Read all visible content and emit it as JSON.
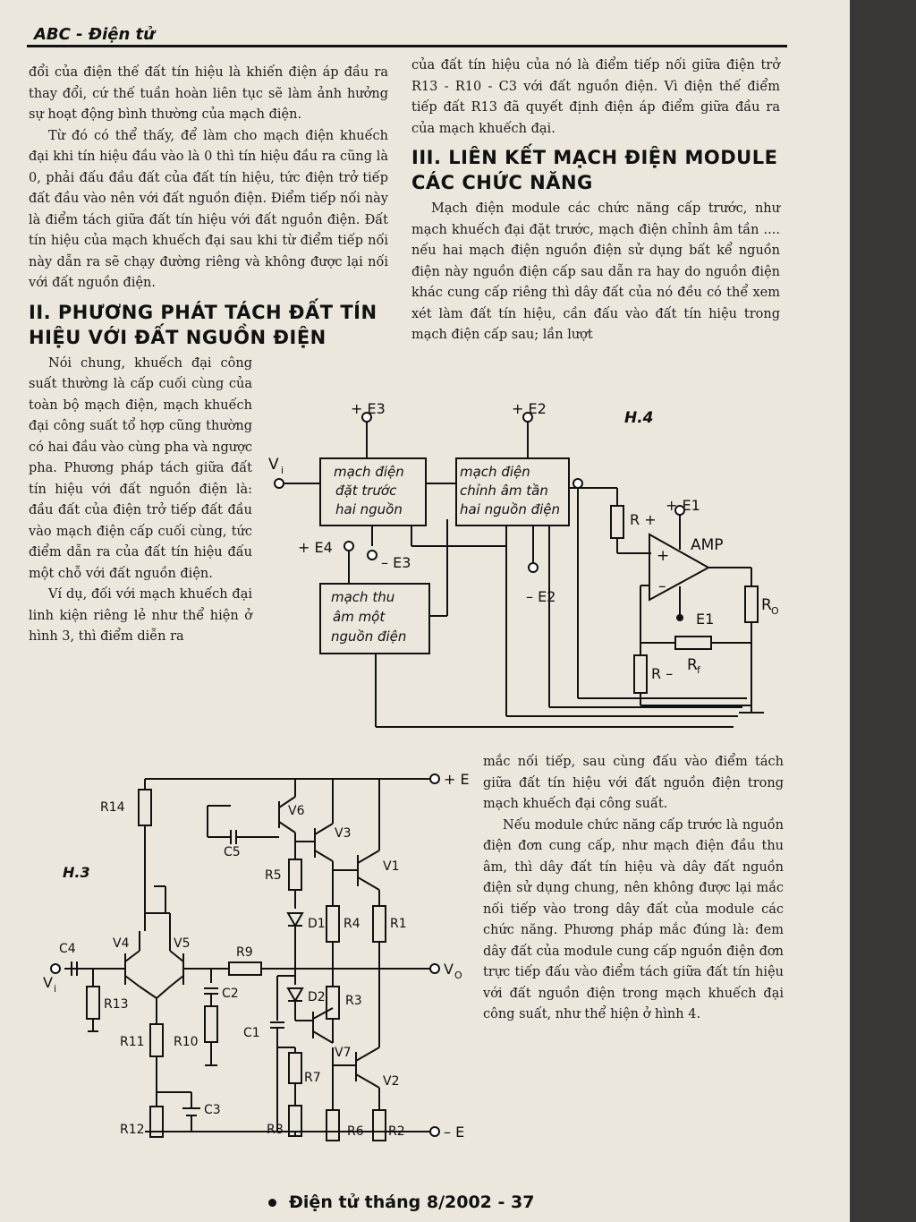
{
  "header": {
    "title": "ABC - Điện tử"
  },
  "left_column": {
    "p1": "đổi của điện thế đất tín hiệu là khiến điện áp đầu ra thay đổi, cứ thế tuần hoàn liên tục sẽ làm ảnh hưởng sự hoạt động bình thường của mạch điện.",
    "p2": "Từ đó có thể thấy, để làm cho mạch điện khuếch đại khi tín hiệu đầu vào là 0 thì tín hiệu đầu ra cũng là 0, phải đấu đầu đất của đất tín hiệu, tức điện trở tiếp đất đầu vào nên với đất nguồn điện. Điểm tiếp nối này là điểm tách giữa đất tín hiệu với đất nguồn điện. Đất tín hiệu của mạch khuếch đại sau khi từ điểm tiếp nối này dẫn ra sẽ chạy đường riêng và không được lại nối với đất nguồn điện.",
    "heading2": "II. PHƯƠNG PHÁT TÁCH ĐẤT TÍN HIỆU VỚI ĐẤT NGUỒN ĐIỆN",
    "p3": "Nói chung, khuếch đại công suất thường là cấp cuối cùng của toàn bộ mạch điện, mạch khuếch đại công suất tổ hợp cũng thường có hai đầu vào cùng pha và ngược pha. Phương pháp tách giữa đất tín hiệu với đất nguồn điện là: đầu đất của điện trở tiếp đất đầu vào mạch điện cấp cuối cùng, tức điểm dẫn ra của đất tín hiệu đấu một chỗ với đất nguồn điện.",
    "p4": "Ví dụ, đối với mạch khuếch đại linh kiện riêng lẻ như thể hiện ở hình 3, thì điểm diễn ra"
  },
  "right_column": {
    "p1": "của đất tín hiệu của nó là điểm tiếp nối giữa điện trở R13 - R10 - C3 với đất nguồn điện. Vì điện thế điểm tiếp đất R13 đã quyết định điện áp điểm giữa đầu ra của mạch khuếch đại.",
    "heading3": "III. LIÊN KẾT MẠCH ĐIỆN MODULE CÁC CHỨC NĂNG",
    "p2": "Mạch điện module các chức năng cấp trước, như mạch khuếch đại đặt trước, mạch điện chỉnh âm tần .... nếu hai mạch điện nguồn điện sử dụng bất kể nguồn điện này nguồn điện cấp sau dẫn ra hay do nguồn điện khác cung cấp riêng thì dây đất của nó đều có thể xem xét làm đất tín hiệu, cần đấu vào đất tín hiệu trong mạch điện cấp sau; lần lượt"
  },
  "bottom_right": {
    "p1": "mắc nối tiếp, sau cùng đấu vào điểm tách giữa đất tín hiệu với đất nguồn điện trong mạch khuếch đại công suất.",
    "p2": "Nếu module chức năng cấp trước là nguồn điện đơn cung cấp, như mạch điện đầu thu âm, thì dây đất tín hiệu và dây đất nguồn điện sử dụng chung, nên không được lại mắc nối tiếp vào trong dây đất của module các chức năng. Phương pháp mắc đúng là: đem dây đất của module cung cấp nguồn điện đơn trực tiếp đấu vào điểm tách giữa đất tín hiệu với đất nguồn điện trong mạch khuếch đại công suất, như thể hiện ở hình 4."
  },
  "figure4": {
    "label": "H.4",
    "vi": "V",
    "vi_sub": "i",
    "block1": [
      "mạch điện",
      "đặt trước",
      "hai nguồn"
    ],
    "block2": [
      "mạch điện",
      "chỉnh âm tần",
      "hai nguồn điện"
    ],
    "block3": [
      "mạch thu",
      "âm một",
      "nguồn điện"
    ],
    "e3p": "+ E3",
    "e2p": "+ E2",
    "e3m": "– E3",
    "e2m": "– E2",
    "e4p": "+ E4",
    "e1p": "+ E1",
    "e1m": "E1",
    "amp": "AMP",
    "rplus": "R +",
    "rminus": "R –",
    "ro": "R",
    "ro_sub": "O",
    "rf": "R",
    "rf_sub": "f",
    "plus": "+",
    "minus": "–"
  },
  "figure3": {
    "label": "H.3",
    "parts": [
      "R14",
      "V6",
      "C5",
      "V3",
      "V1",
      "R5",
      "D1",
      "R4",
      "R1",
      "C4",
      "V4",
      "V5",
      "R9",
      "R13",
      "C2",
      "D2",
      "R3",
      "R11",
      "R10",
      "C1",
      "V7",
      "R7",
      "V2",
      "C3",
      "R12",
      "R8",
      "R6",
      "R2"
    ],
    "vplus": "+ E",
    "vminus": "– E",
    "vo": "V",
    "vo_sub": "O",
    "vi": "V",
    "vi_sub": "i"
  },
  "footer": {
    "text": "Điện tử tháng 8/2002 - 37"
  }
}
